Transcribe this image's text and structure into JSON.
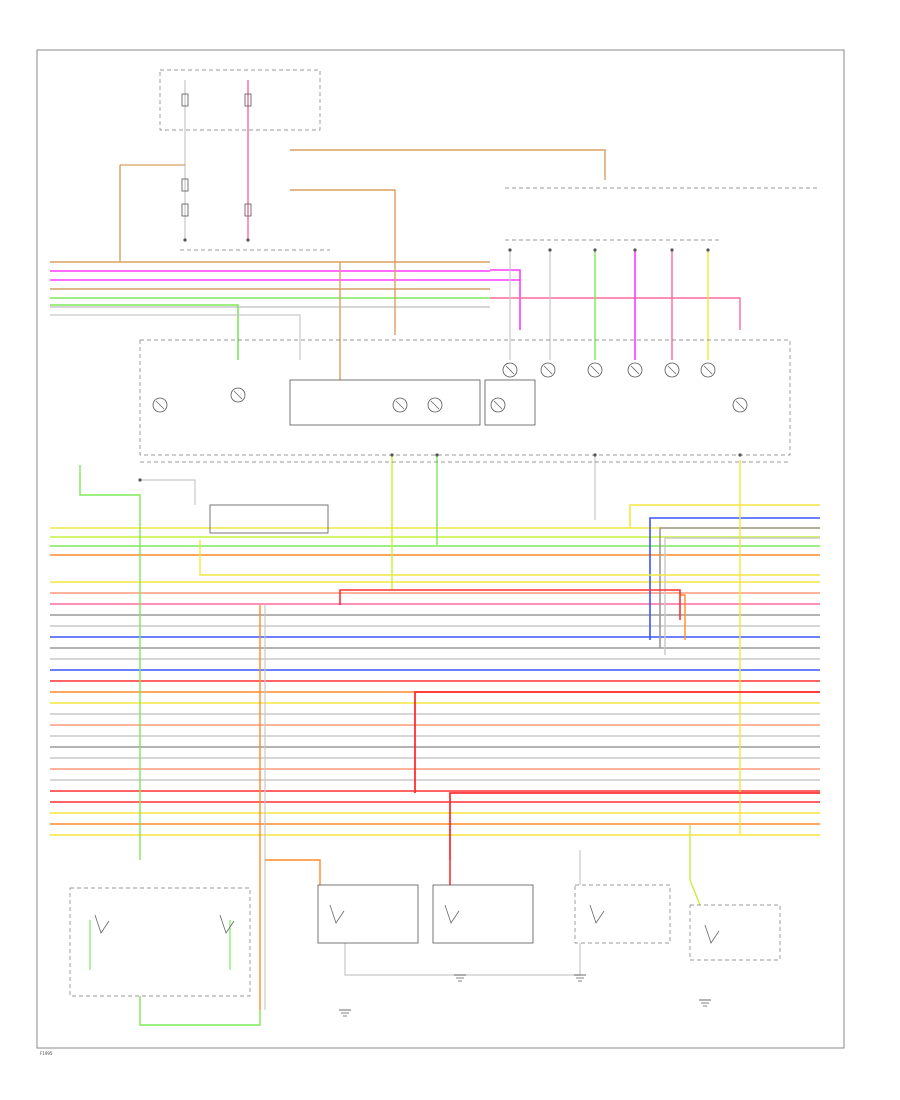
{
  "diagram": {
    "code": "F1995"
  },
  "palette": {
    "magenta": "#ff3cff",
    "tan": "#d9a060",
    "green": "#7de85a",
    "lime": "#c6f03a",
    "pink": "#ff6a9a",
    "red": "#ff3030",
    "blue": "#3a55ff",
    "orange": "#ff8a2a",
    "yellow": "#f2e640",
    "gray": "#9a9a9a",
    "lightgray": "#c8c8c8",
    "purple": "#9a3aff",
    "salmon": "#ff9a7a"
  },
  "bus_upper": [
    "tan",
    "magenta",
    "magenta",
    "tan",
    "green",
    "lightgray"
  ],
  "bus_mid": [
    "yellow",
    "lime",
    "green",
    "orange"
  ],
  "bus_lower": [
    "yellow",
    "salmon",
    "pink",
    "gray",
    "lightgray",
    "blue",
    "gray",
    "lightgray",
    "blue",
    "red",
    "orange",
    "yellow",
    "lightgray",
    "salmon",
    "lightgray",
    "gray",
    "lightgray",
    "salmon",
    "lightgray",
    "red",
    "red",
    "yellow",
    "orange",
    "yellow"
  ]
}
